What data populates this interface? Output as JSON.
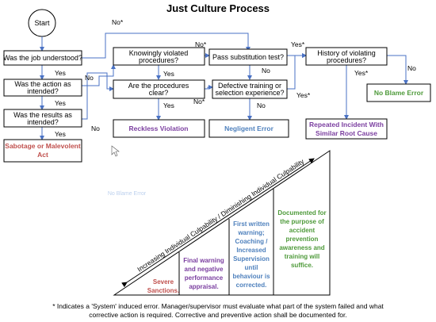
{
  "title": "Just Culture Process",
  "start_label": "Start",
  "questions": {
    "job_understood": "Was the job understood?",
    "action_intended": [
      "Was the action as",
      "intended?"
    ],
    "results_intended": [
      "Was the results as",
      "intended?"
    ],
    "knowingly_violated": [
      "Knowingly violated",
      "procedures?"
    ],
    "procedures_clear": [
      "Are the procedures",
      "clear?"
    ],
    "substitution_test": "Pass substitution test?",
    "defective_training": [
      "Defective training or",
      "selection experience?"
    ],
    "history_violating": [
      "History of violating",
      "procedures?"
    ]
  },
  "outcomes": {
    "sabotage": [
      "Sabotage or Malevolent",
      "Act"
    ],
    "reckless": "Reckless Violation",
    "negligent": "Negligent Error",
    "repeated": [
      "Repeated Incident With",
      "Similar Root Cause"
    ],
    "no_blame": "No Blame Error"
  },
  "edge_labels": {
    "yes": "Yes",
    "no": "No",
    "no_star": "No*",
    "yes_star": "Yes*"
  },
  "triangle": {
    "axis_label": "Increasing Individual Culpability / Diminishing Individual Culpability",
    "ghost_text": "No Blame Error",
    "col_severe": [
      "Severe",
      "Sanctions."
    ],
    "col_final": [
      "Final warning",
      "and negative",
      "performance",
      "appraisal."
    ],
    "col_first": [
      "First written",
      "warning;",
      "Coaching /",
      "Increased",
      "Supervision",
      "until",
      "behaviour is",
      "corrected."
    ],
    "col_documented": [
      "Documented for",
      "the purpose of",
      "accident",
      "prevention",
      "awareness and",
      "training will",
      "suffice."
    ]
  },
  "footnote": [
    "* Indicates a 'System' induced error. Manager/supervisor must evaluate what part of the system failed and what",
    "corrective action is required. Corrective and preventive action shall be documented for."
  ],
  "colors": {
    "arrow": "#4a72c4",
    "sabotage_text": "#c0504d",
    "reckless_text": "#7b3fa0",
    "negligent_text": "#4f81bd",
    "repeated_text": "#7b3fa0",
    "no_blame_text": "#4e9a3a",
    "severe_text": "#c0504d",
    "final_text": "#7b3fa0",
    "first_text": "#4f81bd",
    "documented_text": "#4e9a3a"
  }
}
